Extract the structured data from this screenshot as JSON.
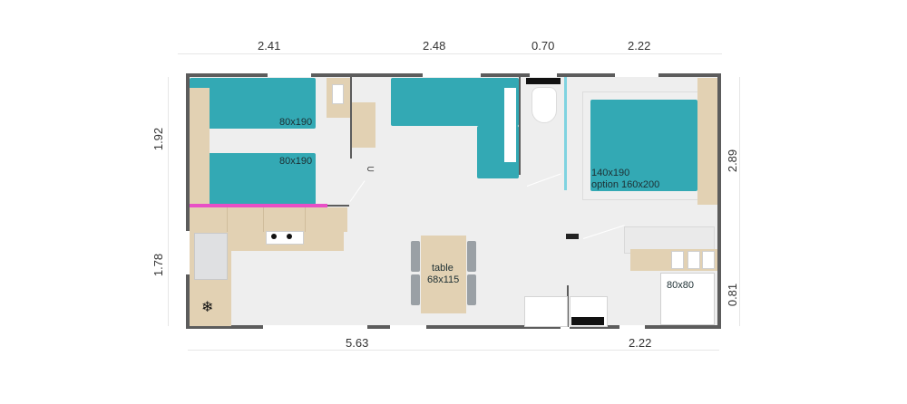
{
  "plan": {
    "title": "Mobile home floor plan",
    "colors": {
      "wall": "#5c5c5c",
      "floor": "#eeeeee",
      "bed": "#33a9b4",
      "wood": "#e2d1b3",
      "accent_strip": "#e84fc6",
      "shower_glass": "#7fd3e0"
    },
    "dimensions": {
      "top": [
        "2.41",
        "2.48",
        "0.70",
        "2.22"
      ],
      "bottom": [
        "5.63",
        "2.22"
      ],
      "left": [
        "1.92",
        "1.78"
      ],
      "right": [
        "2.89",
        "0.81"
      ]
    },
    "rooms": {
      "bedroom_twin": {
        "bed_1_label": "80x190",
        "bed_2_label": "80x190"
      },
      "bedroom_master": {
        "bed_label_line1": "140x190",
        "bed_label_line2": "option 160x200"
      },
      "living": {
        "table_label_line1": "table",
        "table_label_line2": "68x115"
      },
      "bathroom": {
        "shower_label": "80x80"
      },
      "kitchen": {
        "fridge_icon": "snowflake-icon",
        "fridge_glyph": "❄"
      }
    }
  }
}
